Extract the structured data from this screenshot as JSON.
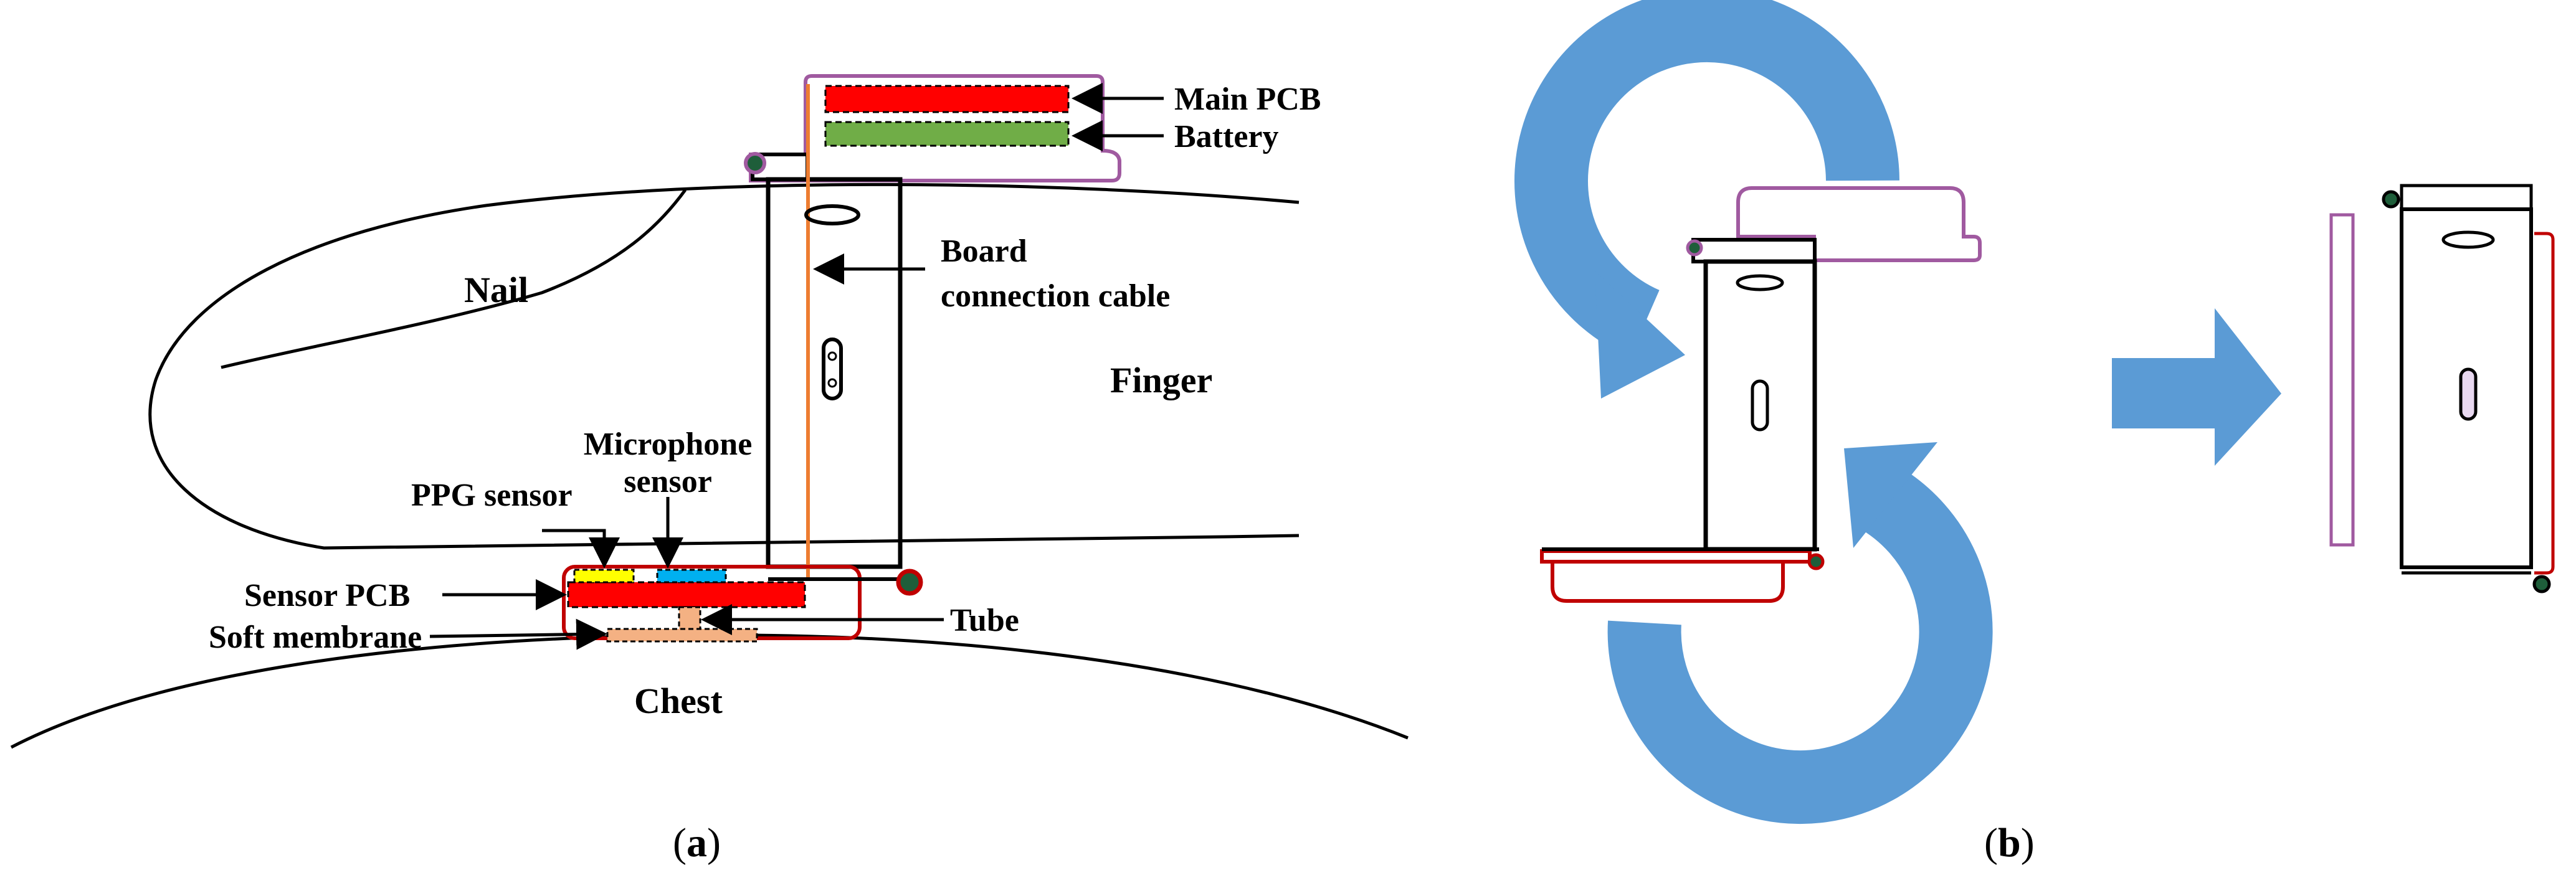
{
  "panel_a": {
    "labels": {
      "main_pcb": "Main PCB",
      "battery": "Battery",
      "board_cable_1": "Board",
      "board_cable_2": "connection cable",
      "nail": "Nail",
      "finger": "Finger",
      "microphone_1": "Microphone",
      "microphone_2": "sensor",
      "ppg_sensor": "PPG sensor",
      "sensor_pcb": "Sensor PCB",
      "soft_membrane": "Soft membrane",
      "tube": "Tube",
      "chest": "Chest"
    },
    "caption": {
      "open": "(",
      "letter": "a",
      "close": ")"
    }
  },
  "panel_b": {
    "caption": {
      "open": "(",
      "letter": "b",
      "close": ")"
    }
  },
  "colors": {
    "main_pcb": "#ff0000",
    "battery": "#70ad47",
    "housing_top": "#a05aa0",
    "housing_bottom": "#c00000",
    "cable": "#ed7d31",
    "ppg": "#ffff00",
    "microphone": "#00b0f0",
    "tube": "#f4b183",
    "arrow": "#5b9bd5",
    "hinge": "#1e5e3a"
  }
}
